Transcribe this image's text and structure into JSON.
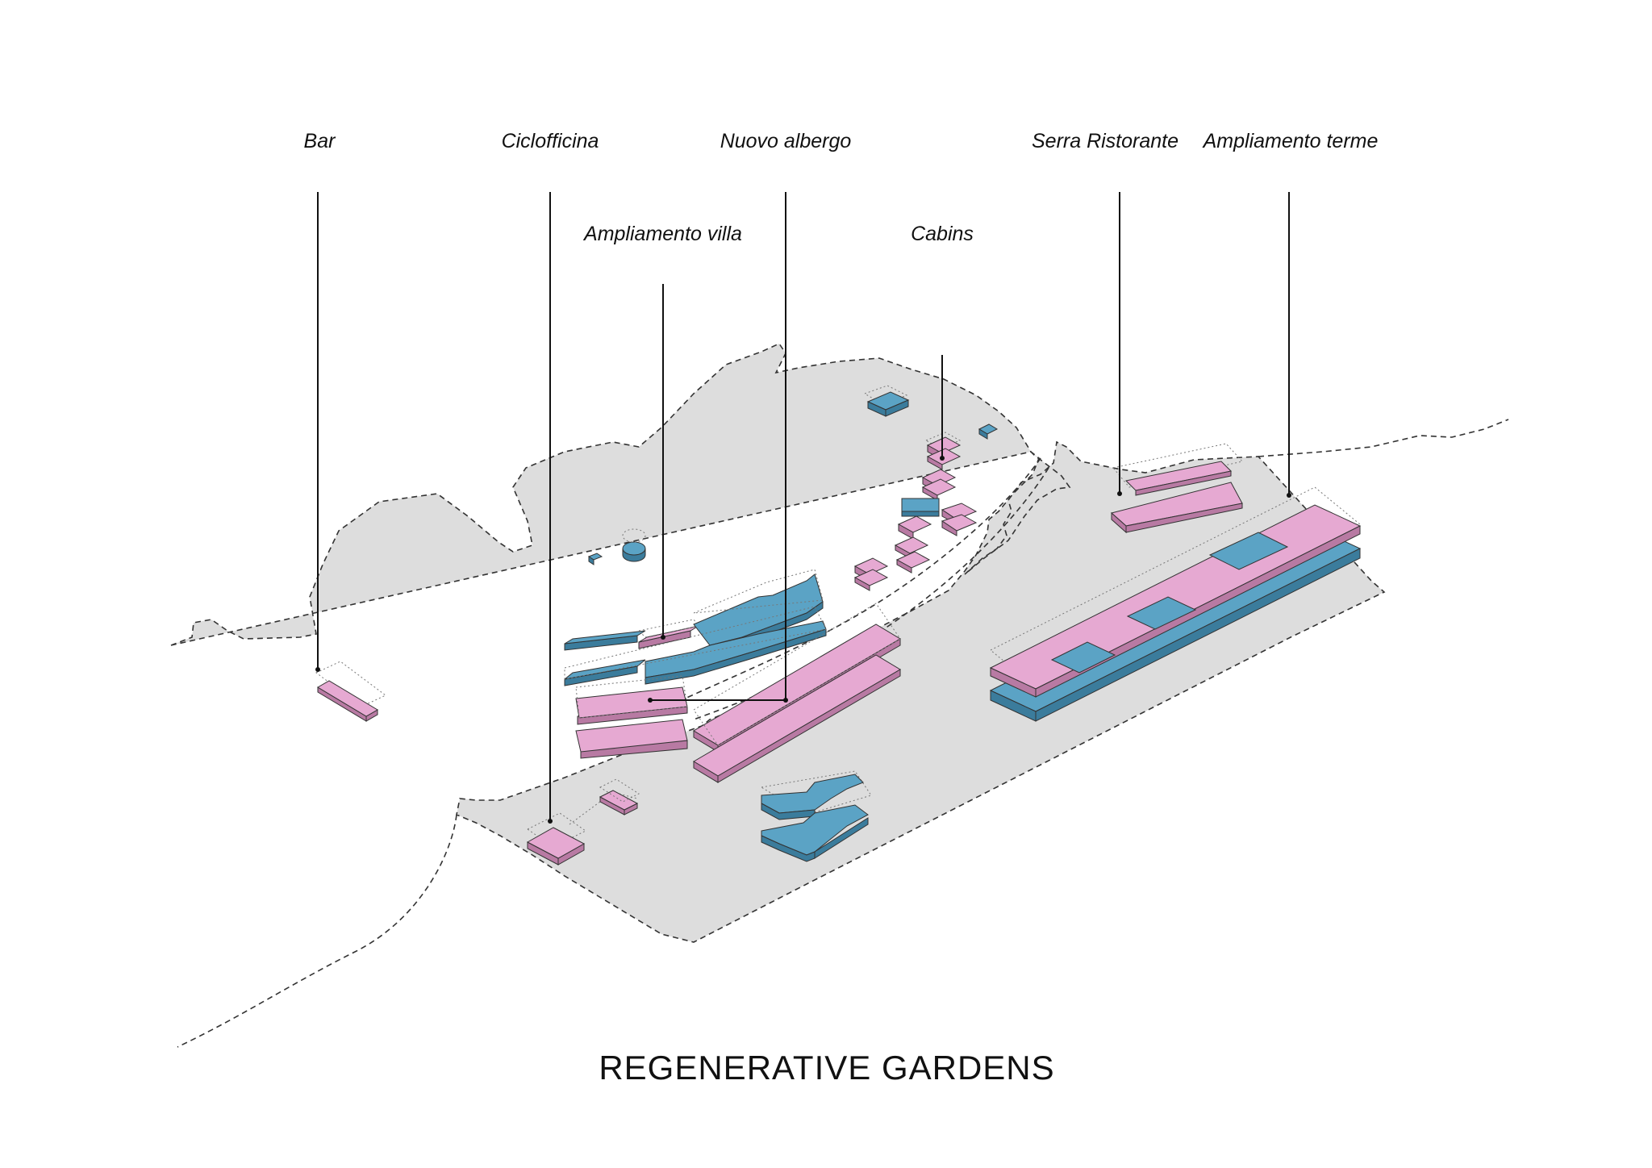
{
  "labels": {
    "bar": "Bar",
    "ciclofficina": "Ciclofficina",
    "nuovo_albergo": "Nuovo albergo",
    "ampliamento_villa": "Ampliamento villa",
    "cabins": "Cabins",
    "serra_ristorante": "Serra Ristorante",
    "ampliamento_terme": "Ampliamento terme"
  },
  "title": "REGENERATIVE GARDENS",
  "colors": {
    "ground": "#dddddd",
    "new_volume": "#e6a9d2",
    "existing_volume": "#5ba3c5",
    "outline": "#333333"
  }
}
